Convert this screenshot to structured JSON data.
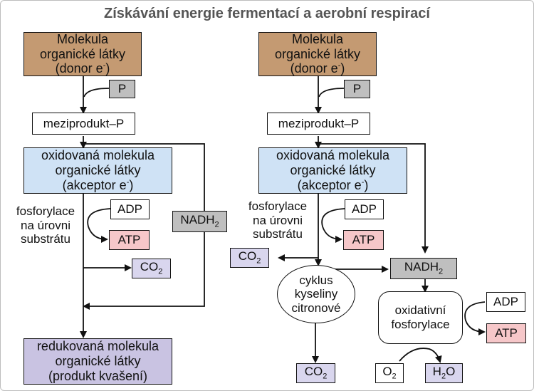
{
  "title": "Získávání energie fermentací a aerobní respirací",
  "left": {
    "donor": [
      "Molekula",
      "organické látky",
      "(donor e",
      "-",
      ")"
    ],
    "p": "P",
    "intermediate": "meziprodukt–P",
    "acceptor": [
      "oxidovaná molekula",
      "organické látky",
      "(akceptor e",
      "-",
      ")"
    ],
    "substrate_phosphorylation": [
      "fosforylace",
      "na úrovni",
      "substrátu"
    ],
    "adp": "ADP",
    "atp": "ATP",
    "nadh": "NADH",
    "nadh_sub": "2",
    "co2": "CO",
    "co2_sub": "2",
    "product": [
      "redukovaná molekula",
      "organické látky",
      "(produkt kvašení)"
    ]
  },
  "right": {
    "donor": [
      "Molekula",
      "organické látky",
      "(donor e",
      "-",
      ")"
    ],
    "p": "P",
    "intermediate": "meziprodukt–P",
    "acceptor": [
      "oxidovaná molekula",
      "organické látky",
      "(akceptor e",
      "-",
      ")"
    ],
    "substrate_phosphorylation": [
      "fosforylace",
      "na úrovni",
      "substrátu"
    ],
    "adp": "ADP",
    "atp": "ATP",
    "co2_side": "CO",
    "co2_side_sub": "2",
    "nadh": "NADH",
    "nadh_sub": "2",
    "citric_cycle": [
      "cyklus",
      "kyseliny",
      "citronové"
    ],
    "oxidative_phosphorylation": [
      "oxidativní",
      "fosforylace"
    ],
    "adp2": "ADP",
    "atp2": "ATP",
    "co2_bottom": "CO",
    "co2_bottom_sub": "2",
    "o2": "O",
    "o2_sub": "2",
    "h2o_h": "H",
    "h2o_sub": "2",
    "h2o_o": "O"
  }
}
